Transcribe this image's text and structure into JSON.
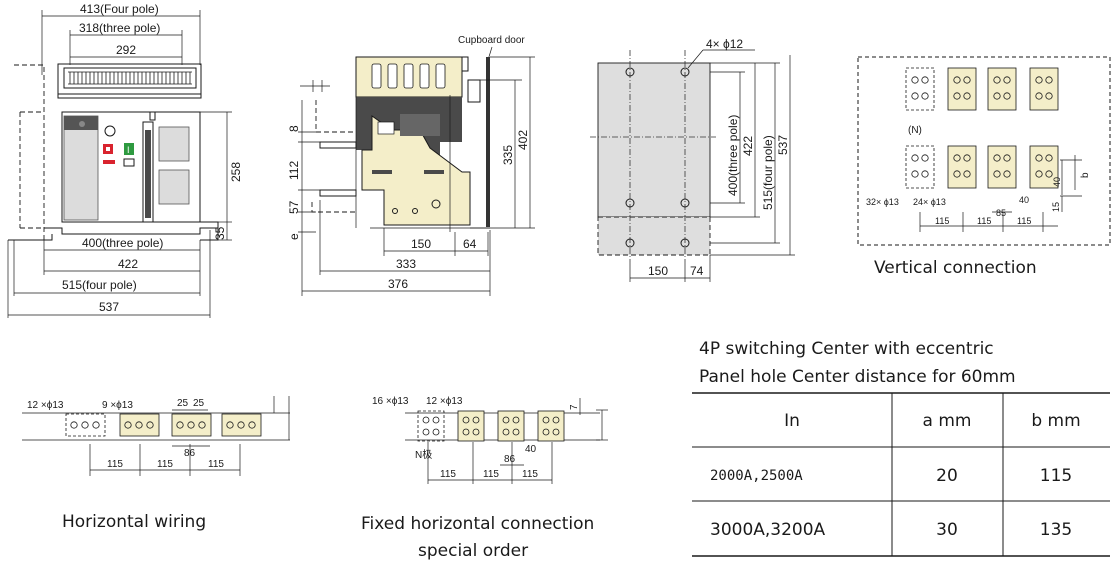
{
  "front_view": {
    "dim_413": "413(Four pole)",
    "dim_318": "318(three pole)",
    "dim_292": "292",
    "dim_258": "258",
    "dim_35": "35",
    "dim_400": "400(three pole)",
    "dim_422": "422",
    "dim_515": "515(four pole)",
    "dim_537": "537"
  },
  "side_view": {
    "cupboard_door": "Cupboard door",
    "dim_8": "8",
    "dim_112": "112",
    "dim_57": "57",
    "dim_e": "e",
    "dim_335": "335",
    "dim_402": "402",
    "dim_150": "150",
    "dim_64": "64",
    "dim_333": "333",
    "dim_376": "376"
  },
  "hole_view": {
    "holes": "4× ϕ12",
    "dim_400": "400(three pole)",
    "dim_422": "422",
    "dim_515": "515(four pole)",
    "dim_537": "537",
    "dim_150": "150",
    "dim_74": "74"
  },
  "vertical": {
    "caption": "Vertical connection",
    "n": "(N)",
    "h32": "32× ϕ13",
    "h24": "24× ϕ13",
    "d115a": "115",
    "d115b": "115",
    "d115c": "115",
    "d85": "85",
    "d40a": "40",
    "d40b": "40",
    "d15": "15",
    "b": "b"
  },
  "horizontal": {
    "caption": "Horizontal wiring",
    "h12": "12 ×ϕ13",
    "h9": "9 ×ϕ13",
    "d25a": "25",
    "d25b": "25",
    "d86": "86",
    "d115a": "115",
    "d115b": "115",
    "d115c": "115"
  },
  "fixed": {
    "caption_1": "Fixed horizontal connection",
    "caption_2": "special order",
    "h16": "16 ×ϕ13",
    "h12": "12 ×ϕ13",
    "n": "N极",
    "d7": "7",
    "d40": "40",
    "d86": "86",
    "d115a": "115",
    "d115b": "115",
    "d115c": "115"
  },
  "table": {
    "title_1": "4P switching Center with eccentric",
    "title_2": "Panel hole Center distance for 60mm",
    "headers": [
      "In",
      "a mm",
      "b mm"
    ],
    "rows": [
      [
        "2000A,2500A",
        "20",
        "115"
      ],
      [
        "3000A,3200A",
        "30",
        "135"
      ]
    ]
  }
}
